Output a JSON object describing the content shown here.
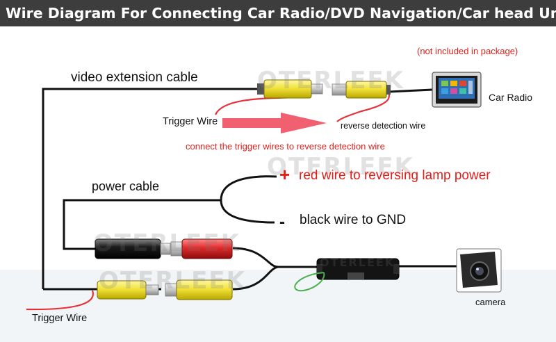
{
  "title": "Wire Diagram For Connecting Car Radio/DVD Navigation/Car head Unit",
  "labels": {
    "not_included": "(not included in package)",
    "video_cable": "video extension cable",
    "car_radio": "Car Radio",
    "trigger_wire_top": "Trigger Wire",
    "reverse_detection": "reverse detection wire",
    "connect_note": "connect the trigger wires to reverse detection wire",
    "plus_sign": "+",
    "red_wire": "red wire to reversing lamp power",
    "minus_sign": "-",
    "black_wire": "black wire to GND",
    "power_cable": "power cable",
    "camera": "camera",
    "trigger_wire_bottom": "Trigger Wire"
  },
  "watermark": "OTERLEEK",
  "colors": {
    "banner_bg": "#3d3d3d",
    "red_text": "#e0201b",
    "arrow": "#f06070",
    "trigger_wire": "#e8303a",
    "rca_yellow": "#f2e33a",
    "rca_red": "#e02a2a",
    "wire": "#111111",
    "loop_green": "#4caf50"
  }
}
